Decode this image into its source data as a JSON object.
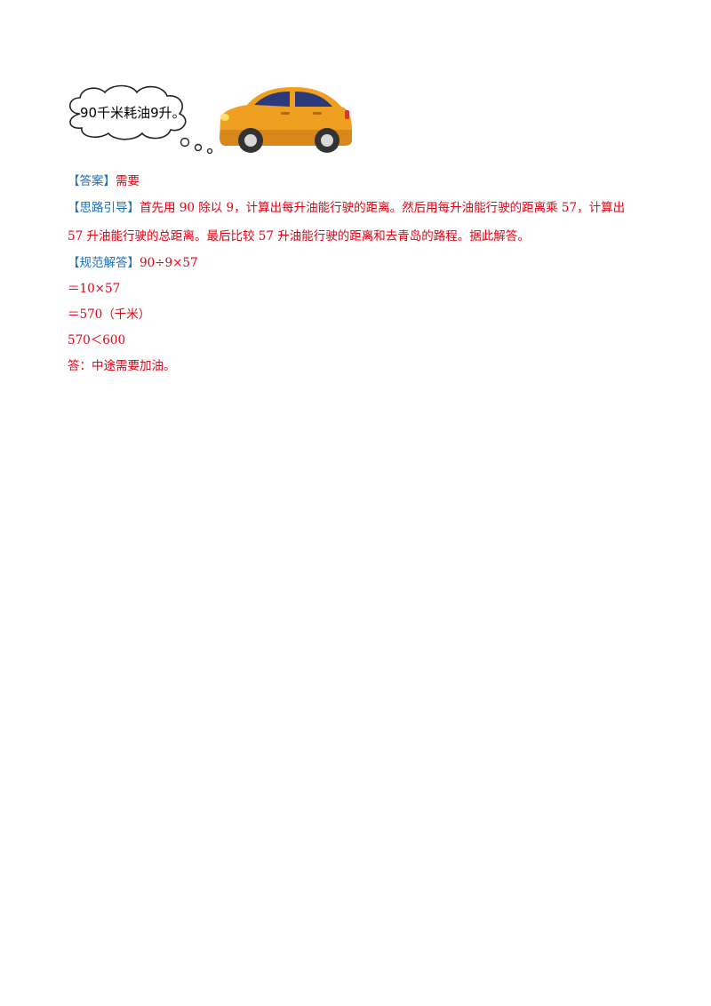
{
  "bubble_text": "90千米耗油9升。",
  "answer": {
    "tag": "【答案】",
    "text": "需要"
  },
  "hint": {
    "tag": "【思路引导】",
    "line1": "首先用 90 除以 9，计算出每升油能行驶的距离。然后用每升油能行驶的距离乘 57，计算出",
    "line2": "57 升油能行驶的总距离。最后比较 57 升油能行驶的距离和去青岛的路程。据此解答。"
  },
  "solution": {
    "tag": "【规范解答】",
    "step1": "90÷9×57",
    "step2": "＝10×57",
    "step3": "＝570（千米）",
    "step4": "570＜600",
    "conclusion": "答：中途需要加油。"
  },
  "colors": {
    "tag_blue": "#1f6fb6",
    "text_red": "#e60012",
    "car_orange": "#f0a020",
    "car_window": "#2a3a7a"
  }
}
